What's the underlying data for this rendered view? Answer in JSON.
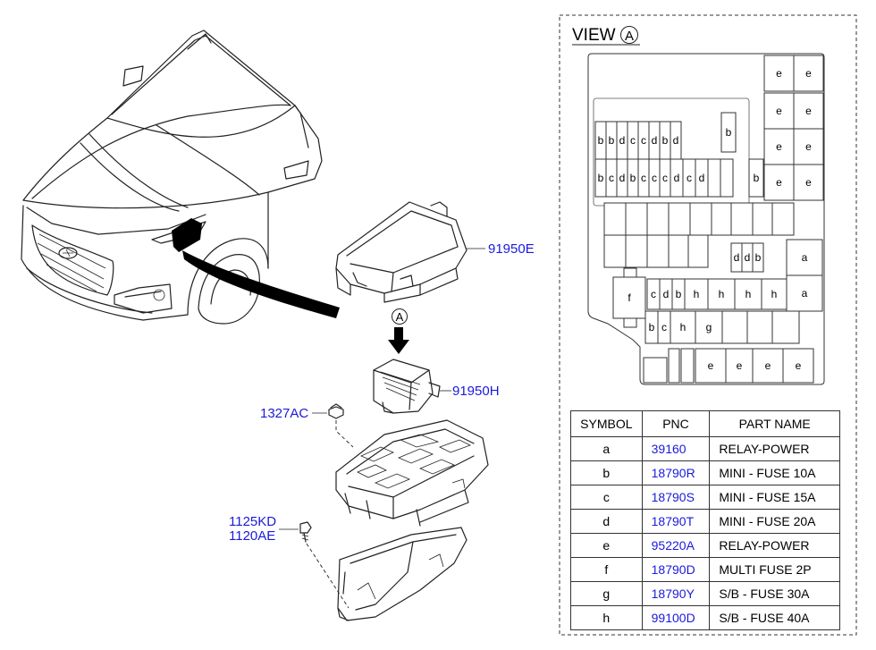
{
  "callouts": {
    "p91950E": "91950E",
    "p91950H": "91950H",
    "p1327AC": "1327AC",
    "p1125KD": "1125KD",
    "p1120AE": "1120AE",
    "marker_a": "A"
  },
  "view": {
    "title": "VIEW",
    "marker": "A"
  },
  "fuse_cells": [
    {
      "t": "e"
    },
    {
      "t": "e"
    },
    {
      "t": "e"
    },
    {
      "t": "e"
    },
    {
      "t": "e"
    },
    {
      "t": "e"
    },
    {
      "t": "e"
    },
    {
      "t": "e"
    },
    {
      "t": "b"
    },
    {
      "t": "b"
    },
    {
      "t": "d"
    },
    {
      "t": "c"
    },
    {
      "t": "c"
    },
    {
      "t": "d"
    },
    {
      "t": "b"
    },
    {
      "t": "d"
    },
    {
      "t": "b"
    },
    {
      "t": "b"
    },
    {
      "t": "c"
    },
    {
      "t": "d"
    },
    {
      "t": "b"
    },
    {
      "t": "c"
    },
    {
      "t": "c"
    },
    {
      "t": "c"
    },
    {
      "t": "d"
    },
    {
      "t": "c"
    },
    {
      "t": "d"
    },
    {
      "t": ""
    },
    {
      "t": ""
    },
    {
      "t": "b"
    },
    {
      "t": "d"
    },
    {
      "t": "d"
    },
    {
      "t": "b"
    },
    {
      "t": "a"
    },
    {
      "t": "a"
    },
    {
      "t": "f"
    },
    {
      "t": "c"
    },
    {
      "t": "d"
    },
    {
      "t": "b"
    },
    {
      "t": "h"
    },
    {
      "t": "h"
    },
    {
      "t": "h"
    },
    {
      "t": "h"
    },
    {
      "t": "b"
    },
    {
      "t": "c"
    },
    {
      "t": "h"
    },
    {
      "t": "g"
    },
    {
      "t": "e"
    },
    {
      "t": "e"
    },
    {
      "t": "e"
    },
    {
      "t": "e"
    }
  ],
  "table": {
    "headers": [
      "SYMBOL",
      "PNC",
      "PART NAME"
    ],
    "rows": [
      {
        "symbol": "a",
        "pnc": "39160",
        "name": "RELAY-POWER"
      },
      {
        "symbol": "b",
        "pnc": "18790R",
        "name": "MINI - FUSE 10A"
      },
      {
        "symbol": "c",
        "pnc": "18790S",
        "name": "MINI - FUSE 15A"
      },
      {
        "symbol": "d",
        "pnc": "18790T",
        "name": "MINI - FUSE 20A"
      },
      {
        "symbol": "e",
        "pnc": "95220A",
        "name": "RELAY-POWER"
      },
      {
        "symbol": "f",
        "pnc": "18790D",
        "name": "MULTI FUSE 2P"
      },
      {
        "symbol": "g",
        "pnc": "18790Y",
        "name": "S/B - FUSE 30A"
      },
      {
        "symbol": "h",
        "pnc": "99100D",
        "name": "S/B - FUSE 40A"
      }
    ]
  }
}
